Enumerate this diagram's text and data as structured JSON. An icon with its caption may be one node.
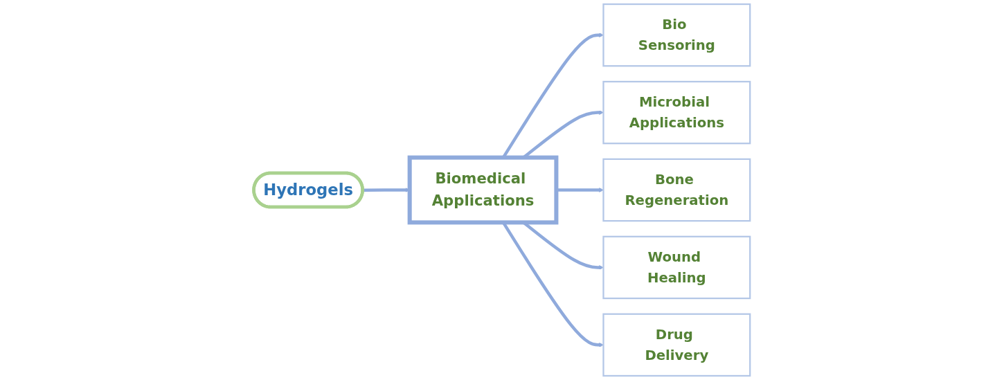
{
  "diagram": {
    "nodes": [
      {
        "text": [
          "Hydrogels"
        ]
      },
      {
        "text": [
          "Biomedical Applications"
        ]
      },
      {
        "text": [
          "Bio Sensoring"
        ]
      },
      {
        "text": [
          "Microbial Applications"
        ]
      },
      {
        "text": [
          "Bone Regeneration"
        ]
      },
      {
        "text": [
          "Wound Healing"
        ]
      },
      {
        "text": [
          "Drug Delivery"
        ]
      }
    ],
    "edges": [
      {
        "from": 0,
        "to": 1,
        "arrow": "to"
      },
      {
        "from": 1,
        "to": 2,
        "arrow": "to"
      },
      {
        "from": 1,
        "to": 3,
        "arrow": "to"
      },
      {
        "from": 1,
        "to": 4,
        "arrow": "to"
      },
      {
        "from": 1,
        "to": 5,
        "arrow": "to"
      },
      {
        "from": 1,
        "to": 6,
        "arrow": "to"
      }
    ]
  }
}
